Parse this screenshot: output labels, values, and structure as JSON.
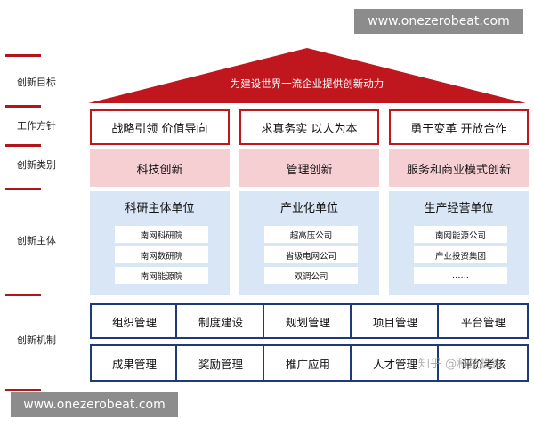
{
  "watermarks": {
    "top_right": "www.onezerobeat.com",
    "bottom_left": "www.onezerobeat.com",
    "bottom_right": "知乎 @科技投资"
  },
  "row_labels": {
    "goal": "创新目标",
    "policy": "工作方针",
    "category": "创新类别",
    "subject": "创新主体",
    "mechanism": "创新机制"
  },
  "roof": {
    "text": "为建设世界一流企业提供创新动力",
    "color": "#c0161d"
  },
  "policies": [
    "战略引领 价值导向",
    "求真务实 以人为本",
    "勇于变革 开放合作"
  ],
  "categories": [
    "科技创新",
    "管理创新",
    "服务和商业模式创新"
  ],
  "subjects": [
    {
      "title": "科研主体单位",
      "units": [
        "南网科研院",
        "南网数研院",
        "南网能源院"
      ]
    },
    {
      "title": "产业化单位",
      "units": [
        "超高压公司",
        "省级电网公司",
        "双调公司"
      ]
    },
    {
      "title": "生产经营单位",
      "units": [
        "南网能源公司",
        "产业投资集团",
        "……"
      ]
    }
  ],
  "mechanisms": {
    "row1": [
      "组织管理",
      "制度建设",
      "规划管理",
      "项目管理",
      "平台管理"
    ],
    "row2": [
      "成果管理",
      "奖励管理",
      "推广应用",
      "人才管理",
      "评价考核"
    ]
  },
  "colors": {
    "accent_red": "#c0161d",
    "label_bar": "#b3151b",
    "category_fill": "#f6cfd3",
    "subject_fill": "#d9e6f5",
    "mechanism_border": "#1f3a78"
  }
}
